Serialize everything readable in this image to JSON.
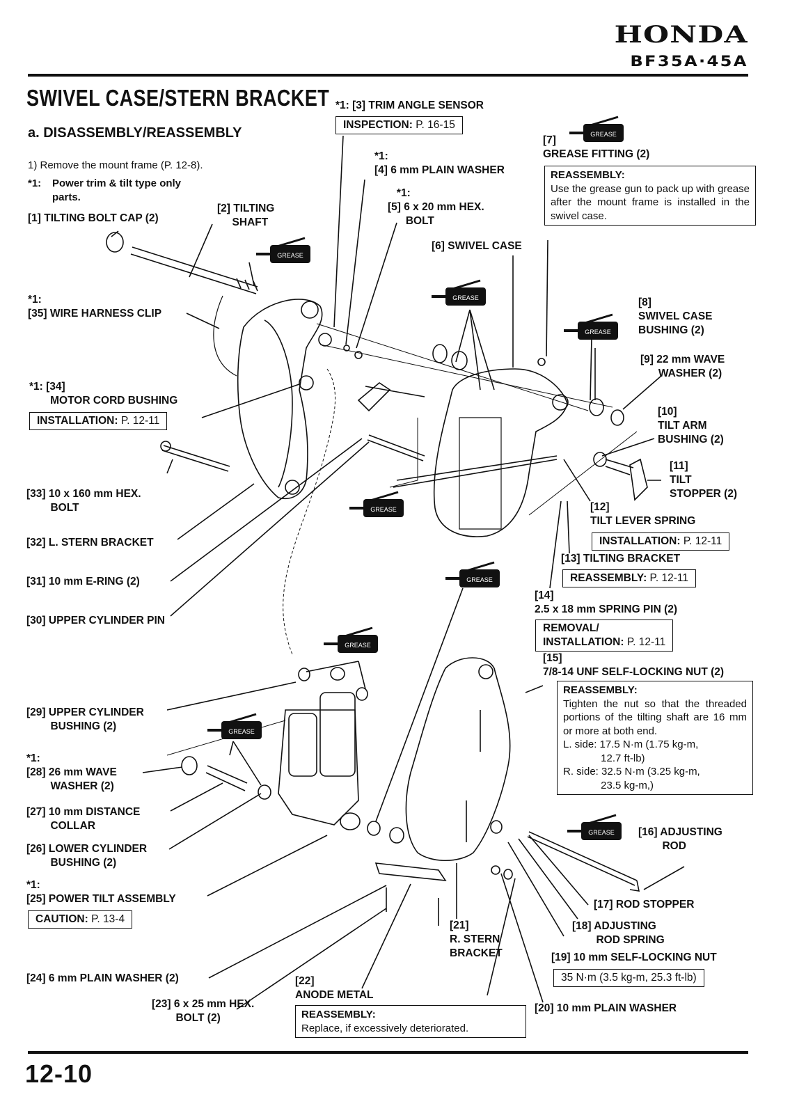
{
  "header": {
    "brand": "HONDA",
    "model": "BF35A·45A"
  },
  "page": {
    "title": "SWIVEL CASE/STERN BRACKET",
    "subtitle": "a. DISASSEMBLY/REASSEMBLY",
    "step1": "1) Remove the mount frame (P. 12-8).",
    "footnote_mark": "*1:",
    "footnote_text": "Power trim & tilt type only\nparts.",
    "page_number": "12-10"
  },
  "icons": {
    "grease_label": "GREASE"
  },
  "parts": [
    {
      "id": "1",
      "label": "[1] TILTING BOLT CAP (2)"
    },
    {
      "id": "2",
      "label": "[2] TILTING\n     SHAFT"
    },
    {
      "id": "3",
      "label": "*1: [3] TRIM ANGLE SENSOR",
      "ref_head": "INSPECTION:",
      "ref_page": " P. 16-15"
    },
    {
      "id": "4",
      "label": "*1:\n[4] 6 mm PLAIN WASHER"
    },
    {
      "id": "5",
      "label": "   *1:\n[5] 6 x 20 mm HEX.\n      BOLT"
    },
    {
      "id": "6",
      "label": "[6] SWIVEL CASE"
    },
    {
      "id": "7",
      "label": "[7]\nGREASE FITTING (2)",
      "note_head": "REASSEMBLY:",
      "note_text": "Use the grease gun to pack up with grease after the mount frame is installed in the swivel case."
    },
    {
      "id": "8",
      "label": "[8]\nSWIVEL CASE\nBUSHING (2)"
    },
    {
      "id": "9",
      "label": "[9] 22 mm WAVE\n      WASHER (2)"
    },
    {
      "id": "10",
      "label": "[10]\nTILT ARM\nBUSHING (2)"
    },
    {
      "id": "11",
      "label": "[11]\nTILT\nSTOPPER (2)"
    },
    {
      "id": "12",
      "label": "[12]\nTILT LEVER SPRING",
      "ref_head": "INSTALLATION:",
      "ref_page": " P. 12-11"
    },
    {
      "id": "13",
      "label": "[13] TILTING BRACKET",
      "ref_head": "REASSEMBLY:",
      "ref_page": " P. 12-11"
    },
    {
      "id": "14",
      "label": "[14]\n2.5 x 18 mm SPRING PIN (2)",
      "ref_head": "REMOVAL/\nINSTALLATION:",
      "ref_page": " P. 12-11"
    },
    {
      "id": "15",
      "label": "[15]\n7/8-14 UNF SELF-LOCKING NUT (2)",
      "note_head": "REASSEMBLY:",
      "note_text": "Tighten the nut so that the threaded portions of the tilting shaft are 16 mm or more at both end.",
      "torque_l": "L. side: 17.5 N·m (1.75 kg-m,\n             12.7 ft-lb)",
      "torque_r": "R. side: 32.5 N·m (3.25 kg-m,\n             23.5 kg-m,)"
    },
    {
      "id": "16",
      "label": "[16] ADJUSTING\n        ROD"
    },
    {
      "id": "17",
      "label": "[17] ROD STOPPER"
    },
    {
      "id": "18",
      "label": "[18] ADJUSTING\n        ROD SPRING"
    },
    {
      "id": "19",
      "label": "[19] 10 mm SELF-LOCKING NUT",
      "torque": "35 N·m (3.5 kg-m, 25.3 ft-lb)"
    },
    {
      "id": "20",
      "label": "[20] 10 mm PLAIN WASHER"
    },
    {
      "id": "21",
      "label": "[21]\nR. STERN\nBRACKET"
    },
    {
      "id": "22",
      "label": "[22]\nANODE METAL",
      "note_head": "REASSEMBLY:",
      "note_text": "Replace, if excessively deteriorated."
    },
    {
      "id": "23",
      "label": "[23] 6 x 25 mm HEX.\n        BOLT (2)"
    },
    {
      "id": "24",
      "label": "[24] 6 mm PLAIN WASHER (2)"
    },
    {
      "id": "25",
      "label": "*1:\n[25] POWER TILT ASSEMBLY",
      "ref_head": "CAUTION:",
      "ref_page": " P. 13-4"
    },
    {
      "id": "26",
      "label": "[26] LOWER CYLINDER\n        BUSHING (2)"
    },
    {
      "id": "27",
      "label": "[27] 10 mm DISTANCE\n        COLLAR"
    },
    {
      "id": "28",
      "label": "*1:\n[28] 26 mm WAVE\n        WASHER (2)"
    },
    {
      "id": "29",
      "label": "[29] UPPER CYLINDER\n        BUSHING (2)"
    },
    {
      "id": "30",
      "label": "[30] UPPER CYLINDER PIN"
    },
    {
      "id": "31",
      "label": "[31] 10 mm E-RING (2)"
    },
    {
      "id": "32",
      "label": "[32] L. STERN BRACKET"
    },
    {
      "id": "33",
      "label": "[33] 10 x 160 mm HEX.\n        BOLT"
    },
    {
      "id": "34",
      "label": "*1: [34]\n       MOTOR CORD BUSHING",
      "ref_head": "INSTALLATION:",
      "ref_page": " P. 12-11"
    },
    {
      "id": "35",
      "label": "*1:\n[35] WIRE HARNESS CLIP"
    }
  ]
}
